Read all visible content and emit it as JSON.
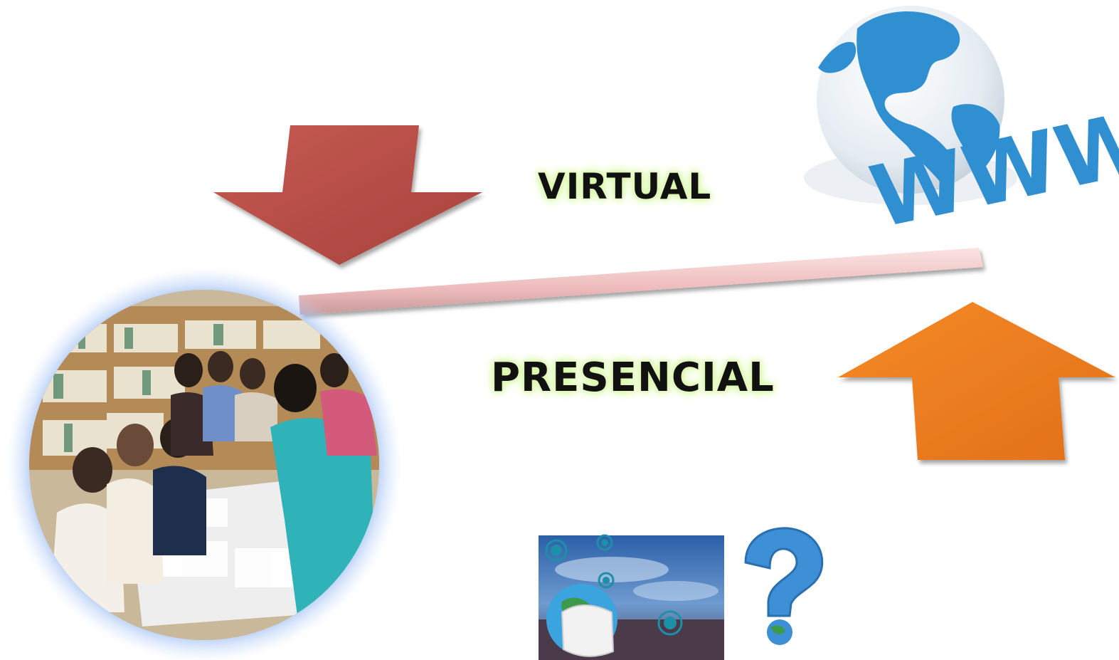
{
  "labels": {
    "virtual": "VIRTUAL",
    "presencial": "PRESENCIAL"
  },
  "globe_logo_text": "WWW",
  "images": {
    "classroom_photo": "people-around-table-in-library",
    "covid_image": "globe-with-face-mask-and-virus",
    "question_image": "blue-question-mark-with-globe"
  },
  "colors": {
    "down_arrow": "#b94c46",
    "up_arrow": "#f07f1d",
    "divider_bar": "#f2c8c8",
    "globe_blue": "#2f8fd1",
    "label_glow": "#d9f7a8"
  }
}
